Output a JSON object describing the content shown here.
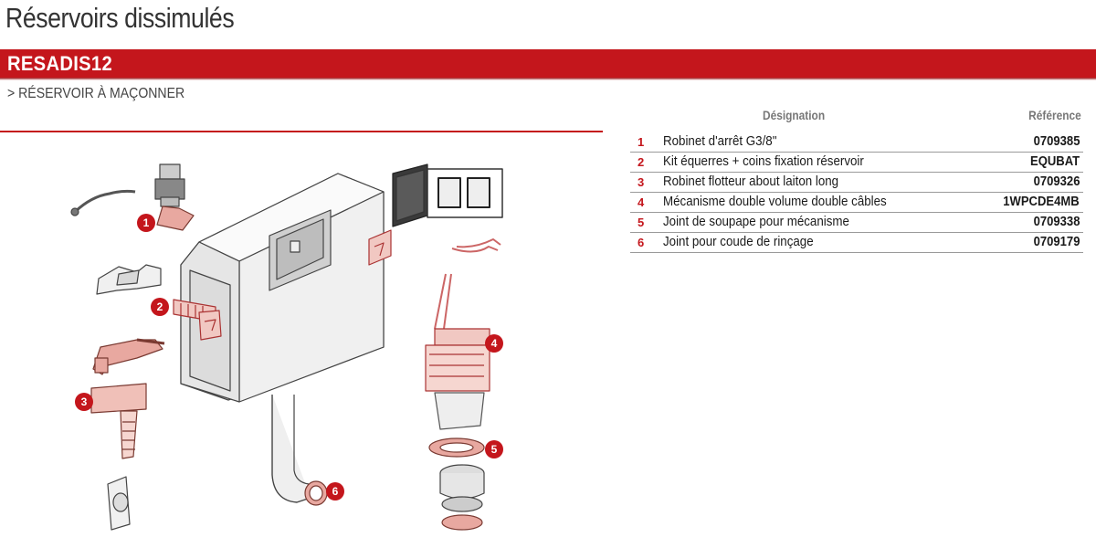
{
  "header": {
    "title": "Réservoirs dissimulés",
    "model_code": "RESADIS12",
    "subtitle": "> RÉSERVOIR À MAÇONNER"
  },
  "table": {
    "headers": {
      "designation": "Désignation",
      "reference": "Référence"
    },
    "rows": [
      {
        "num": "1",
        "designation": "Robinet d'arrêt G3/8\"",
        "reference": "0709385"
      },
      {
        "num": "2",
        "designation": "Kit équerres + coins fixation réservoir",
        "reference": "EQUBAT"
      },
      {
        "num": "3",
        "designation": "Robinet flotteur about laiton long",
        "reference": "0709326"
      },
      {
        "num": "4",
        "designation": "Mécanisme double volume double câbles",
        "reference": "1WPCDE4MB"
      },
      {
        "num": "5",
        "designation": "Joint de soupape pour mécanisme",
        "reference": "0709338"
      },
      {
        "num": "6",
        "designation": "Joint pour coude de rinçage",
        "reference": "0709179"
      }
    ]
  },
  "diagram": {
    "callouts": [
      "1",
      "2",
      "3",
      "4",
      "5",
      "6"
    ]
  },
  "colors": {
    "brand_red": "#c4161c",
    "part_highlight": "#e8a8a0",
    "line_gray": "#9a9a9a"
  }
}
